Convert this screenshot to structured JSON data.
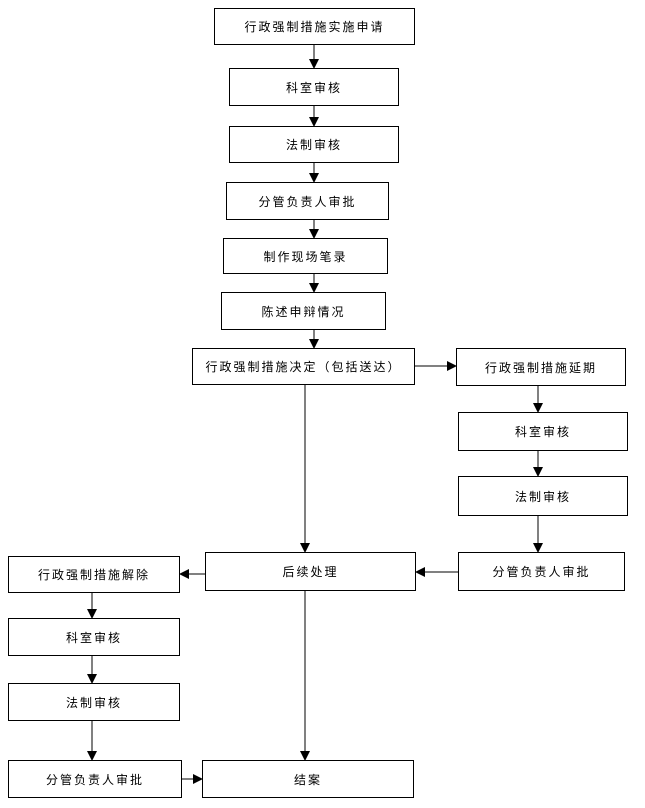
{
  "nodes": {
    "apply": "行政强制措施实施申请",
    "dept_review_1": "科室审核",
    "legal_review_1": "法制审核",
    "leader_approval_1": "分管负责人审批",
    "record": "制作现场笔录",
    "statement": "陈述申辩情况",
    "decision": "行政强制措施决定（包括送达）",
    "extend": "行政强制措施延期",
    "dept_review_2": "科室审核",
    "legal_review_2": "法制审核",
    "leader_approval_2": "分管负责人审批",
    "follow_up": "后续处理",
    "release": "行政强制措施解除",
    "dept_review_3": "科室审核",
    "legal_review_3": "法制审核",
    "leader_approval_3": "分管负责人审批",
    "close": "结案"
  }
}
